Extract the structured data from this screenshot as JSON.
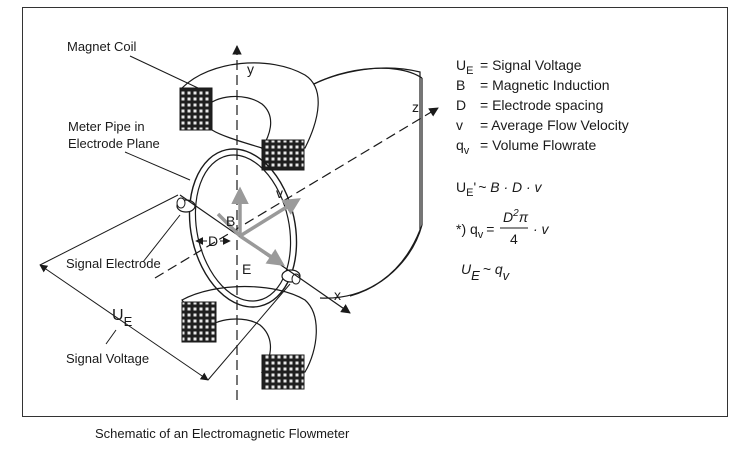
{
  "caption": "Schematic of an Electromagnetic Flowmeter",
  "labels": {
    "magnet_coil": "Magnet Coil",
    "meter_pipe_line1": "Meter Pipe in",
    "meter_pipe_line2": "Electrode Plane",
    "signal_electrode": "Signal Electrode",
    "signal_voltage_label": "Signal Voltage",
    "ue_main": "U",
    "ue_sub": "E"
  },
  "axes": {
    "x": "x",
    "y": "y",
    "z": "z"
  },
  "vectors": {
    "b": "B",
    "e": "E",
    "v": "v",
    "d": "D"
  },
  "legend": [
    {
      "symbol": "U",
      "sub": "E",
      "meaning": "= Signal Voltage"
    },
    {
      "symbol": "B",
      "sub": "",
      "meaning": "= Magnetic Induction"
    },
    {
      "symbol": "D",
      "sub": "",
      "meaning": "= Electrode spacing"
    },
    {
      "symbol": "v",
      "sub": "",
      "meaning": "= Average Flow Velocity"
    },
    {
      "symbol": "q",
      "sub": "v",
      "meaning": "= Volume Flowrate"
    }
  ],
  "equations": {
    "eq1_lhs": "U",
    "eq1_lhs_sub": "E",
    "eq1_mark": "'",
    "eq1_rhs": "~ B · D · v",
    "eq2_prefix": "*) q",
    "eq2_prefix_sub": "v",
    "eq2_equals": "=",
    "eq2_num": "D",
    "eq2_num_sup": "2",
    "eq2_num_tail": "π",
    "eq2_den": "4",
    "eq2_tail": "· v",
    "eq3_lhs": "U",
    "eq3_lhs_sub": "E",
    "eq3_tilde": "~ q",
    "eq3_sub": "v"
  },
  "colors": {
    "line": "#1a1a1a",
    "vector": "#9a9a9a",
    "coil": "#2a2a2a"
  }
}
